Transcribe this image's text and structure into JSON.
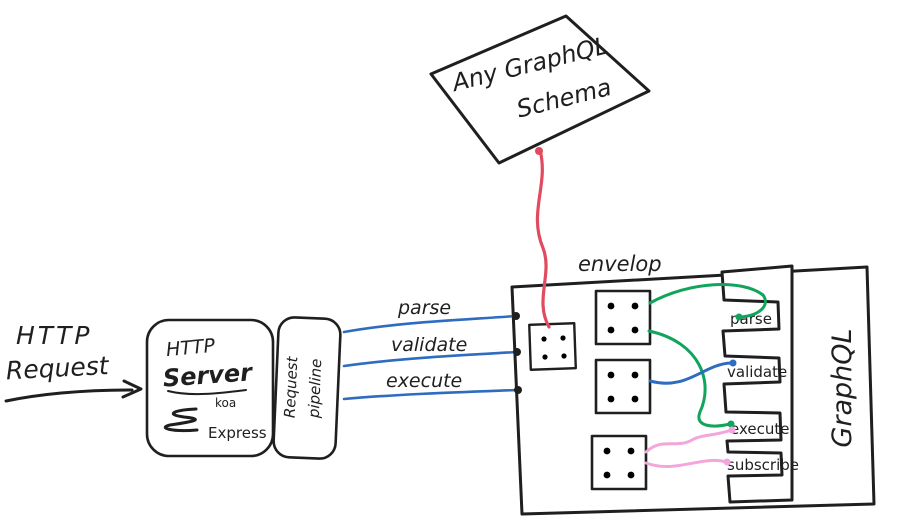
{
  "colors": {
    "ink": "#1f1f1f",
    "blue": "#2e6cc0",
    "red": "#e14b60",
    "green": "#10a45c",
    "pink": "#f2a6dc",
    "muted": "#c2c2c2"
  },
  "schema": {
    "line1": "Any GraphQL",
    "line2": "Schema"
  },
  "request": {
    "line1": "HTTP",
    "line2": "Request"
  },
  "server": {
    "line1": "HTTP",
    "line2": "Server",
    "koa": "koa",
    "express": "Express"
  },
  "pipeline": {
    "line1": "Request",
    "line2": "pipeline"
  },
  "edges": {
    "parse": "parse",
    "validate": "validate",
    "execute": "execute"
  },
  "envelop": {
    "label": "envelop"
  },
  "slots": {
    "parse": "parse",
    "validate": "validate",
    "execute": "execute",
    "subscribe": "subscribe"
  },
  "graphql": {
    "label": "GraphQL"
  }
}
